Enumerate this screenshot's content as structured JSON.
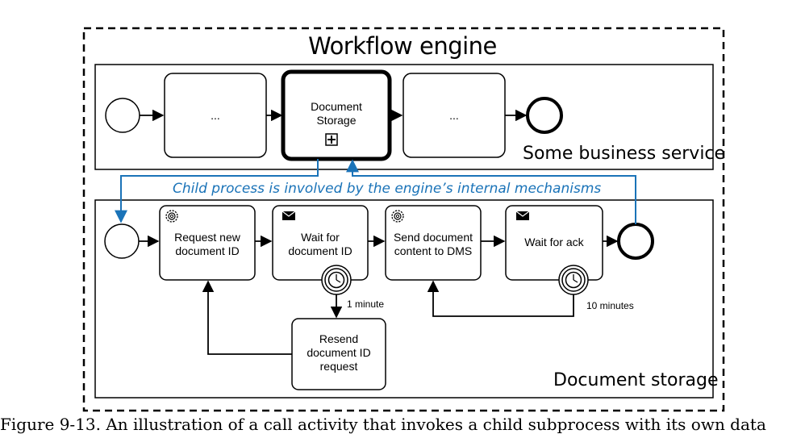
{
  "diagram": {
    "outer_title": "Workflow engine",
    "top_pool": {
      "label": "Some business service",
      "task_left": "...",
      "task_main": "Document\nStorage",
      "task_right": "..."
    },
    "connector_text": "Child process is involved by the engine’s internal mechanisms",
    "bottom_pool": {
      "label": "Document storage",
      "tasks": [
        {
          "label": "Request new\ndocument ID",
          "type": "service"
        },
        {
          "label": "Wait for\ndocument ID",
          "type": "receive"
        },
        {
          "label": "Send document\ncontent to DMS",
          "type": "service"
        },
        {
          "label": "Wait for ack",
          "type": "receive"
        },
        {
          "label": "Resend\ndocument ID\nrequest",
          "type": "plain"
        }
      ],
      "timer_notes": [
        "1 minute",
        "10 minutes"
      ]
    },
    "caption": "Figure 9-13. An illustration of a call activity that invokes a child subprocess with its own data"
  },
  "colors": {
    "accent": "#1a73b8",
    "stroke": "#000000"
  },
  "icons": [
    "gear-icon",
    "envelope-icon",
    "clock-icon",
    "plus-icon"
  ]
}
